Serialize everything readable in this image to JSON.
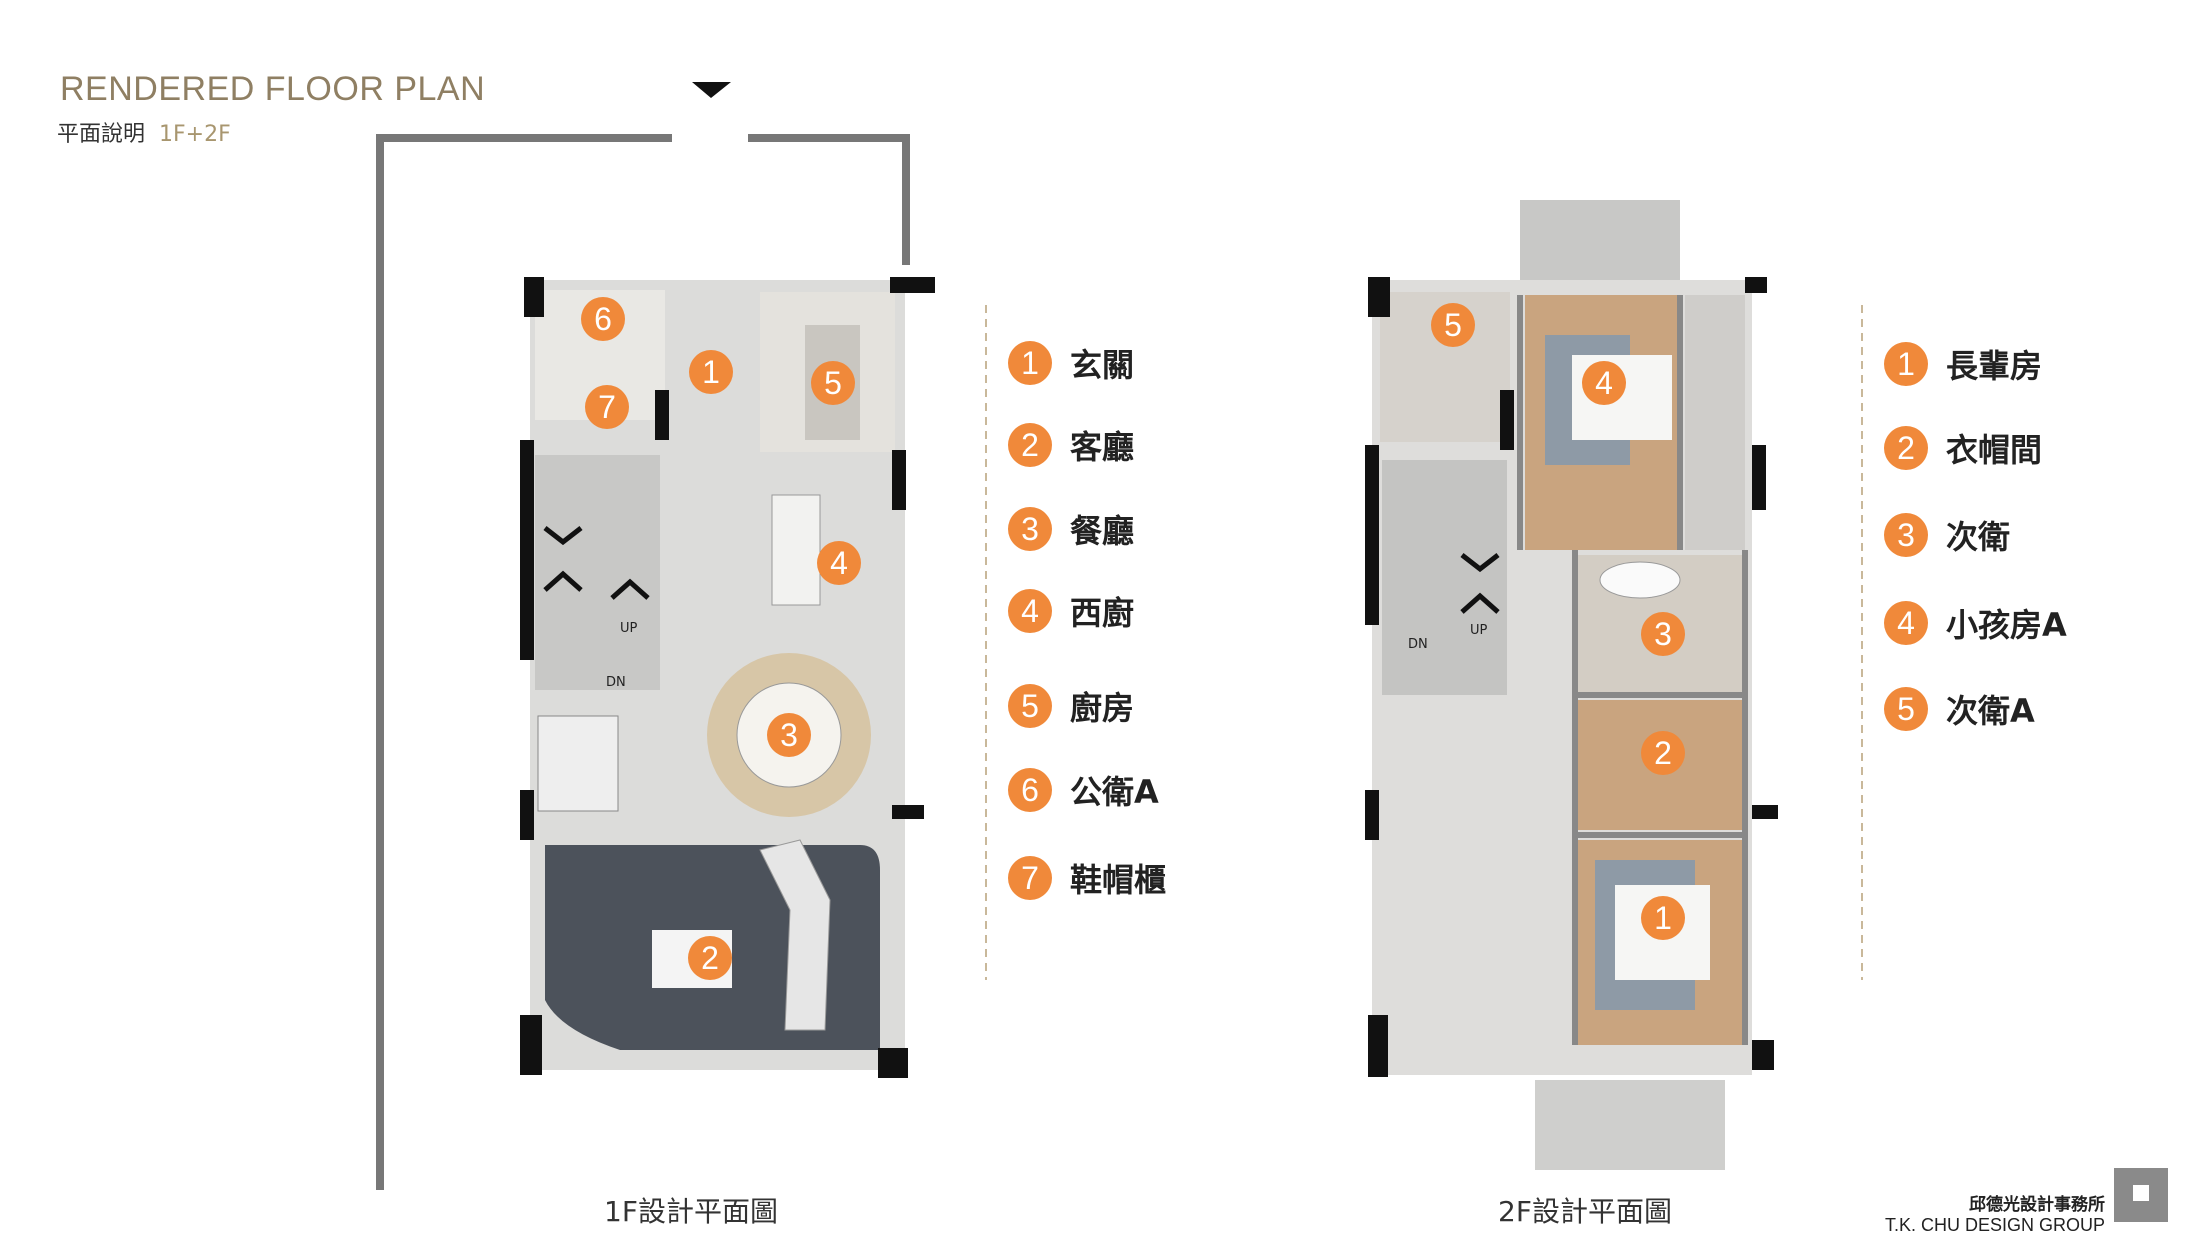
{
  "header": {
    "title": "RENDERED FLOOR PLAN",
    "subtitle": "平面說明",
    "floors": "1F+2F"
  },
  "accent_color": "#f0893a",
  "plan_1f": {
    "caption": "1F設計平面圖",
    "markers": [
      "1",
      "2",
      "3",
      "4",
      "5",
      "6",
      "7"
    ],
    "legend": [
      {
        "num": "1",
        "label": "玄關"
      },
      {
        "num": "2",
        "label": "客廳"
      },
      {
        "num": "3",
        "label": "餐廳"
      },
      {
        "num": "4",
        "label": "西廚"
      },
      {
        "num": "5",
        "label": "廚房"
      },
      {
        "num": "6",
        "label": "公衛A"
      },
      {
        "num": "7",
        "label": "鞋帽櫃"
      }
    ],
    "stair_labels": {
      "up": "UP",
      "dn": "DN"
    }
  },
  "plan_2f": {
    "caption": "2F設計平面圖",
    "markers": [
      "1",
      "2",
      "3",
      "4",
      "5"
    ],
    "legend": [
      {
        "num": "1",
        "label": "長輩房"
      },
      {
        "num": "2",
        "label": "衣帽間"
      },
      {
        "num": "3",
        "label": "次衛"
      },
      {
        "num": "4",
        "label": "小孩房A"
      },
      {
        "num": "5",
        "label": "次衛A"
      }
    ],
    "stair_labels": {
      "up": "UP",
      "dn": "DN"
    }
  },
  "firm": {
    "name_zh": "邱德光設計事務所",
    "name_en": "T.K. CHU DESIGN GROUP"
  }
}
